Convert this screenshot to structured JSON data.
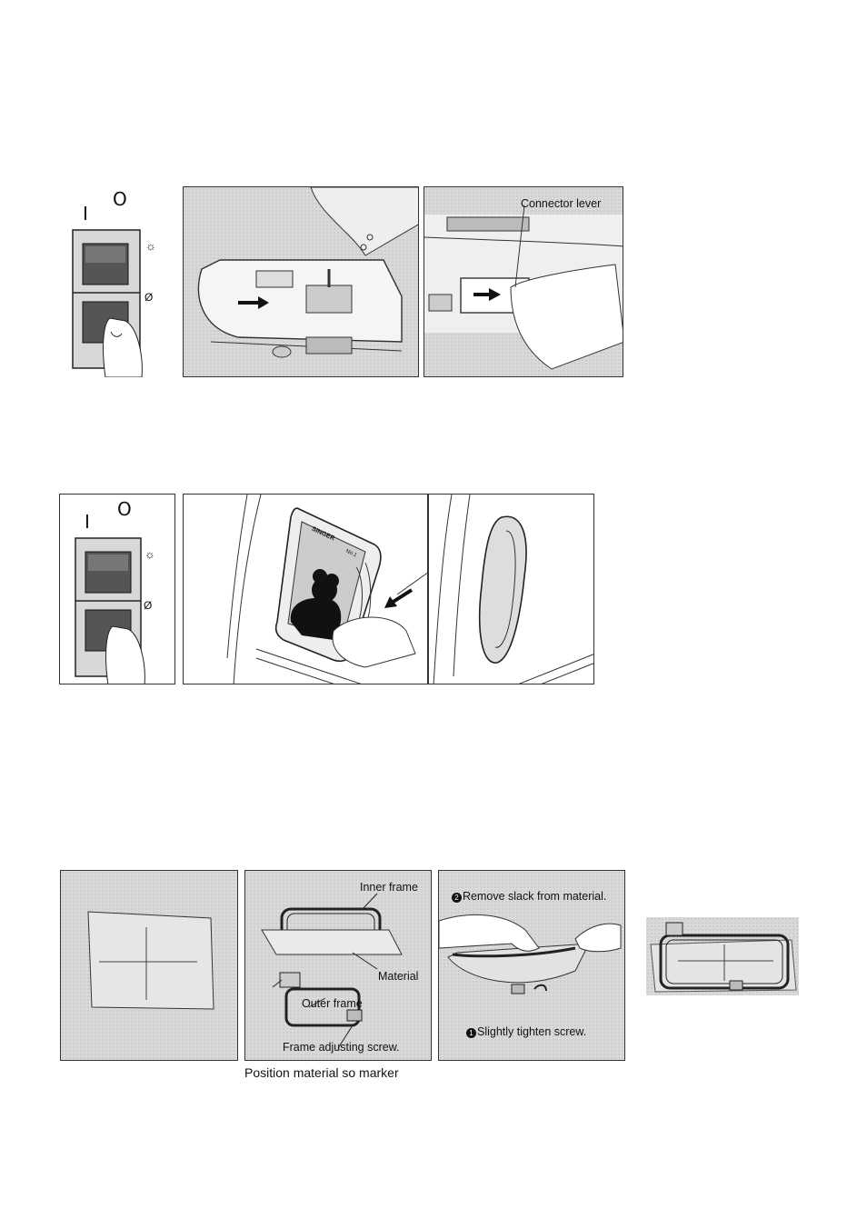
{
  "row1": {
    "switch": {
      "on_symbol": "I",
      "off_symbol": "O"
    },
    "lever": {
      "label": "Connector lever"
    }
  },
  "row2": {
    "switch": {
      "on_symbol": "I",
      "off_symbol": "O"
    },
    "card": {
      "brand": "SINGER",
      "code": "No.1"
    }
  },
  "row3": {
    "hoop": {
      "inner_frame": "Inner frame",
      "material": "Material",
      "outer_frame": "Outer frame",
      "adjusting_screw": "Frame adjusting screw."
    },
    "steps": {
      "step2_num": "2",
      "step2": "Remove slack from material.",
      "step1_num": "1",
      "step1": "Slightly tighten screw."
    },
    "caption": "Position material so marker"
  },
  "icons": [
    "lamp-icon",
    "power-icon",
    "arrow-right-icon",
    "arrow-left-icon"
  ]
}
